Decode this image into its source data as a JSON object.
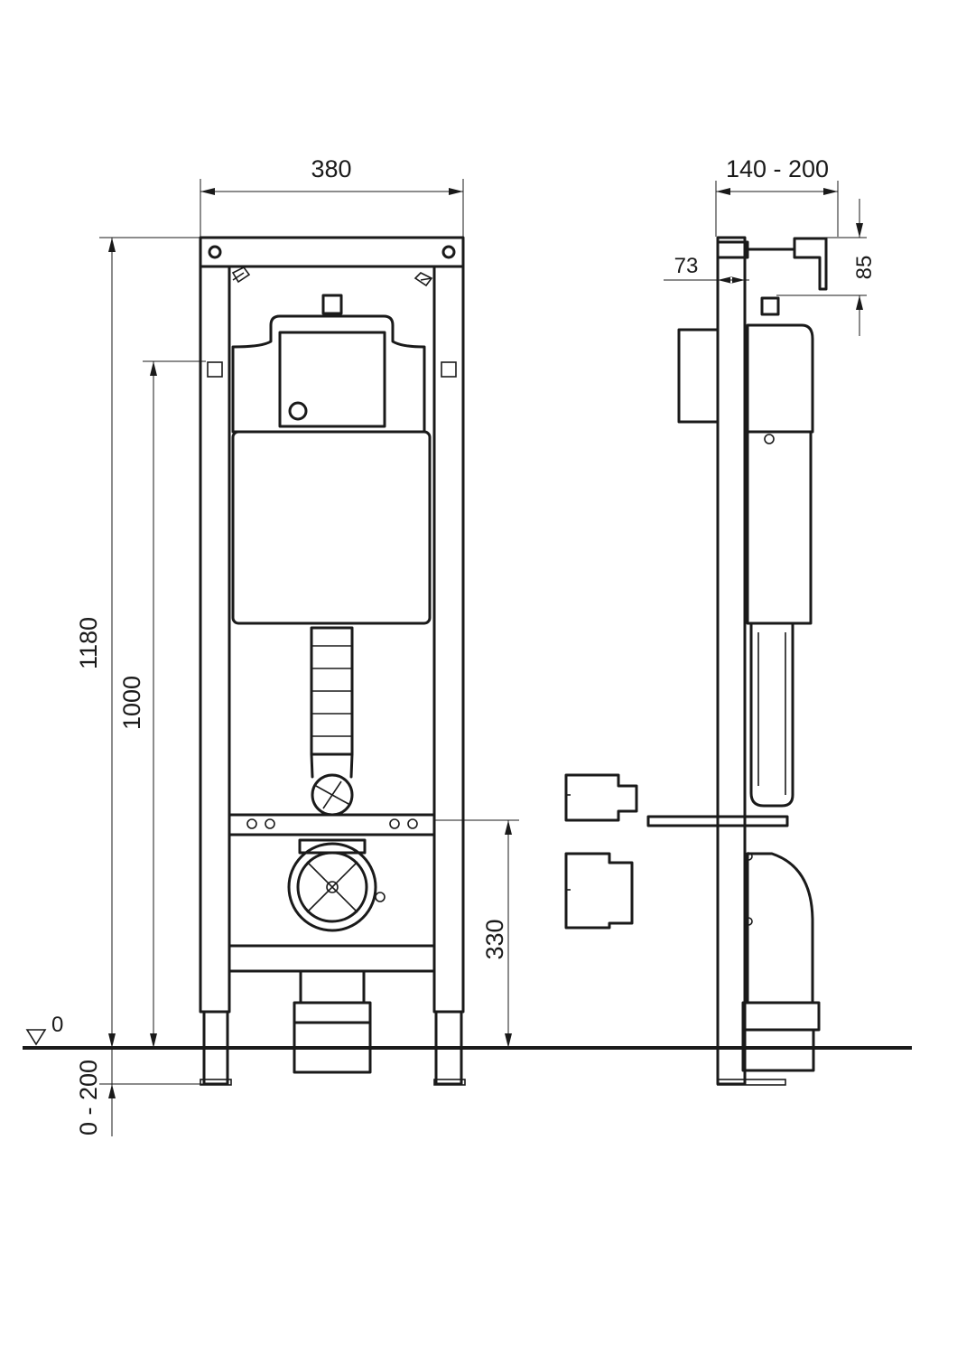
{
  "dimensions": {
    "frame_width": "380",
    "depth_range": "140 - 200",
    "offset": "73",
    "height_85": "85",
    "height_total": "1180",
    "height_1000": "1000",
    "height_330": "330",
    "leg_extension": "0 - 200",
    "floor_level": "0"
  }
}
